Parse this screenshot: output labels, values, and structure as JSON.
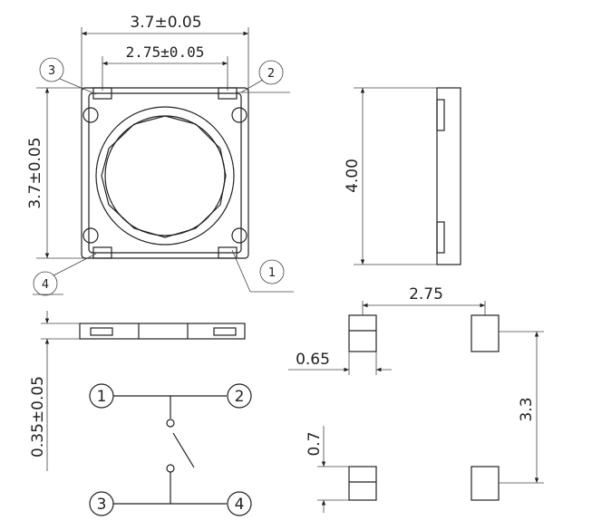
{
  "dimensions": {
    "top_outer": "3.7±0.05",
    "top_inner": "2.75±0.05",
    "left_height": "3.7±0.05",
    "side_height": "4.00",
    "thickness": "0.35±0.05",
    "pad_spacing_x": "2.75",
    "pad_width": "0.65",
    "pad_height": "0.7",
    "pad_spacing_y": "3.3"
  },
  "pin_callouts": [
    "3",
    "2",
    "4",
    "1"
  ],
  "schematic_nodes": [
    "1",
    "2",
    "3",
    "4"
  ]
}
